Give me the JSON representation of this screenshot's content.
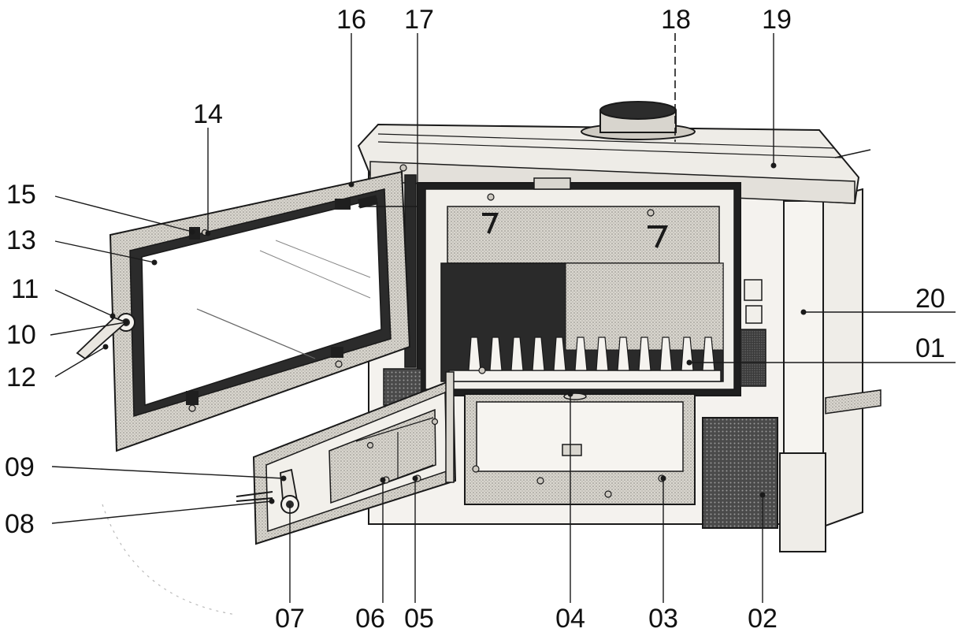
{
  "diagram": {
    "subject": "wood stove exploded view",
    "colors": {
      "ink": "#111111",
      "outline": "#1a1a1a",
      "body": "#f4f2ee",
      "shade": "#bdbab3",
      "dark": "#2a2a2a"
    },
    "callouts": [
      {
        "id": "16",
        "label": "16"
      },
      {
        "id": "17",
        "label": "17"
      },
      {
        "id": "18",
        "label": "18"
      },
      {
        "id": "19",
        "label": "19"
      },
      {
        "id": "14",
        "label": "14"
      },
      {
        "id": "15",
        "label": "15"
      },
      {
        "id": "13",
        "label": "13"
      },
      {
        "id": "11",
        "label": "11"
      },
      {
        "id": "10",
        "label": "10"
      },
      {
        "id": "12",
        "label": "12"
      },
      {
        "id": "20",
        "label": "20"
      },
      {
        "id": "01",
        "label": "01"
      },
      {
        "id": "09",
        "label": "09"
      },
      {
        "id": "08",
        "label": "08"
      },
      {
        "id": "07",
        "label": "07"
      },
      {
        "id": "06",
        "label": "06"
      },
      {
        "id": "05",
        "label": "05"
      },
      {
        "id": "04",
        "label": "04"
      },
      {
        "id": "03",
        "label": "03"
      },
      {
        "id": "02",
        "label": "02"
      }
    ]
  }
}
